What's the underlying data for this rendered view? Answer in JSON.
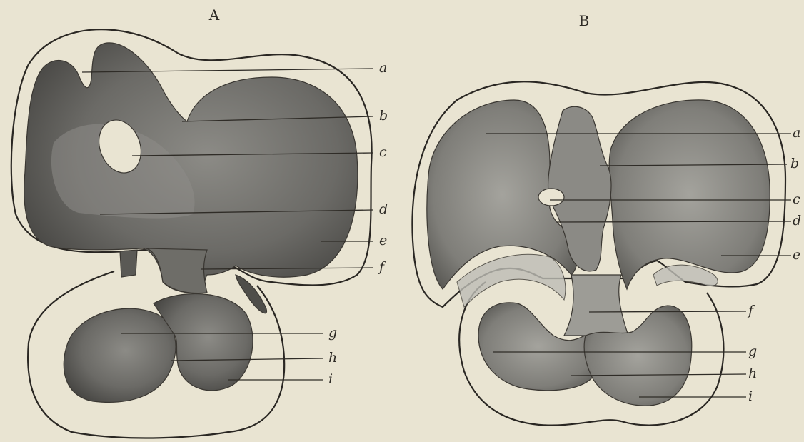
{
  "panels": [
    {
      "title": "A",
      "labels": [
        "a",
        "b",
        "c",
        "d",
        "e",
        "f",
        "g",
        "h",
        "i"
      ]
    },
    {
      "title": "B",
      "labels": [
        "a",
        "b",
        "c",
        "d",
        "e",
        "f",
        "g",
        "h",
        "i"
      ]
    }
  ],
  "colors": {
    "paper": "#e9e4d2",
    "ink": "#2e2b26",
    "tissue_dark": "#505050",
    "tissue_mid": "#7a7a78",
    "tissue_light": "#a9a8a2"
  }
}
